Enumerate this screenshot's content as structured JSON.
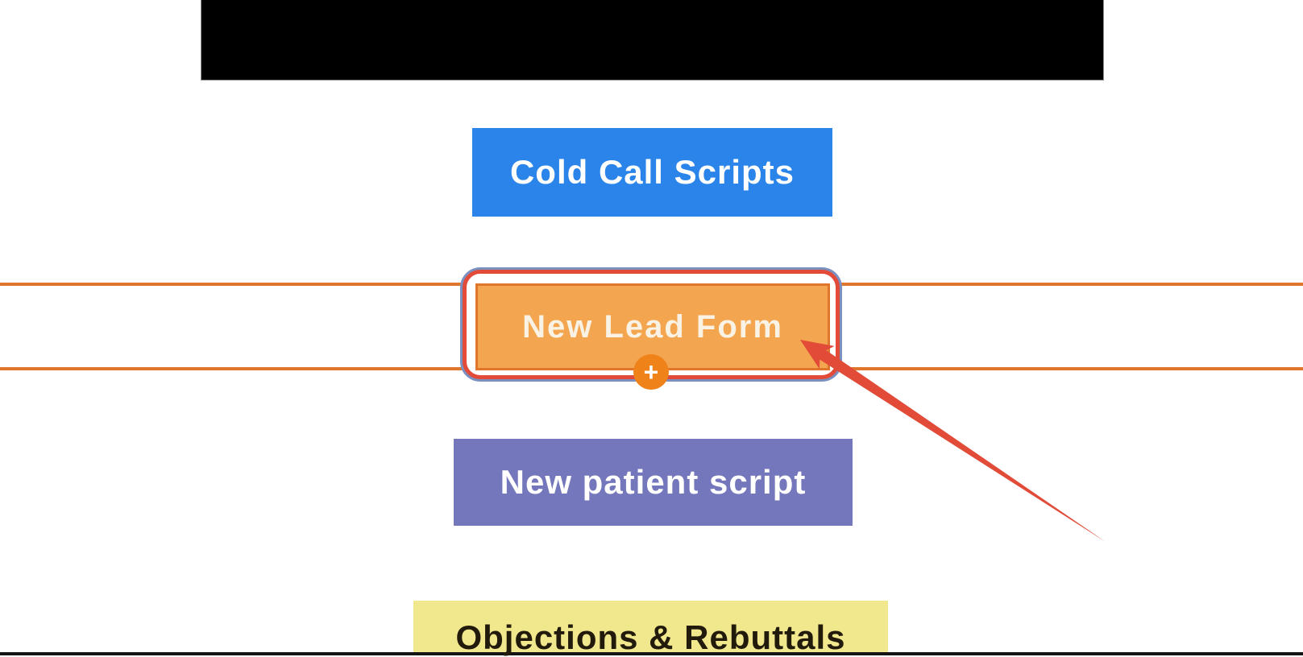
{
  "colors": {
    "blue-btn": "#2B84EA",
    "orange-fill": "#F3A64F",
    "orange-border": "#E0752C",
    "guide-line": "#E0752C",
    "purple-btn": "#7477BB",
    "yellow-block": "#F1E78C",
    "yellow-text": "#221B0C",
    "selection-red": "#E14B38",
    "selection-blue": "#7B90BE",
    "plus-circle": "#EF8319",
    "arrow-red": "#E14B38",
    "redaction": "#000000",
    "cream-text": "#FAF3E5"
  },
  "buttons": {
    "cold_call_label": "Cold Call Scripts",
    "new_lead_label": "New Lead Form",
    "new_patient_label": "New patient script",
    "objections_label": "Objections & Rebuttals"
  },
  "icons": {
    "plus": "+"
  }
}
